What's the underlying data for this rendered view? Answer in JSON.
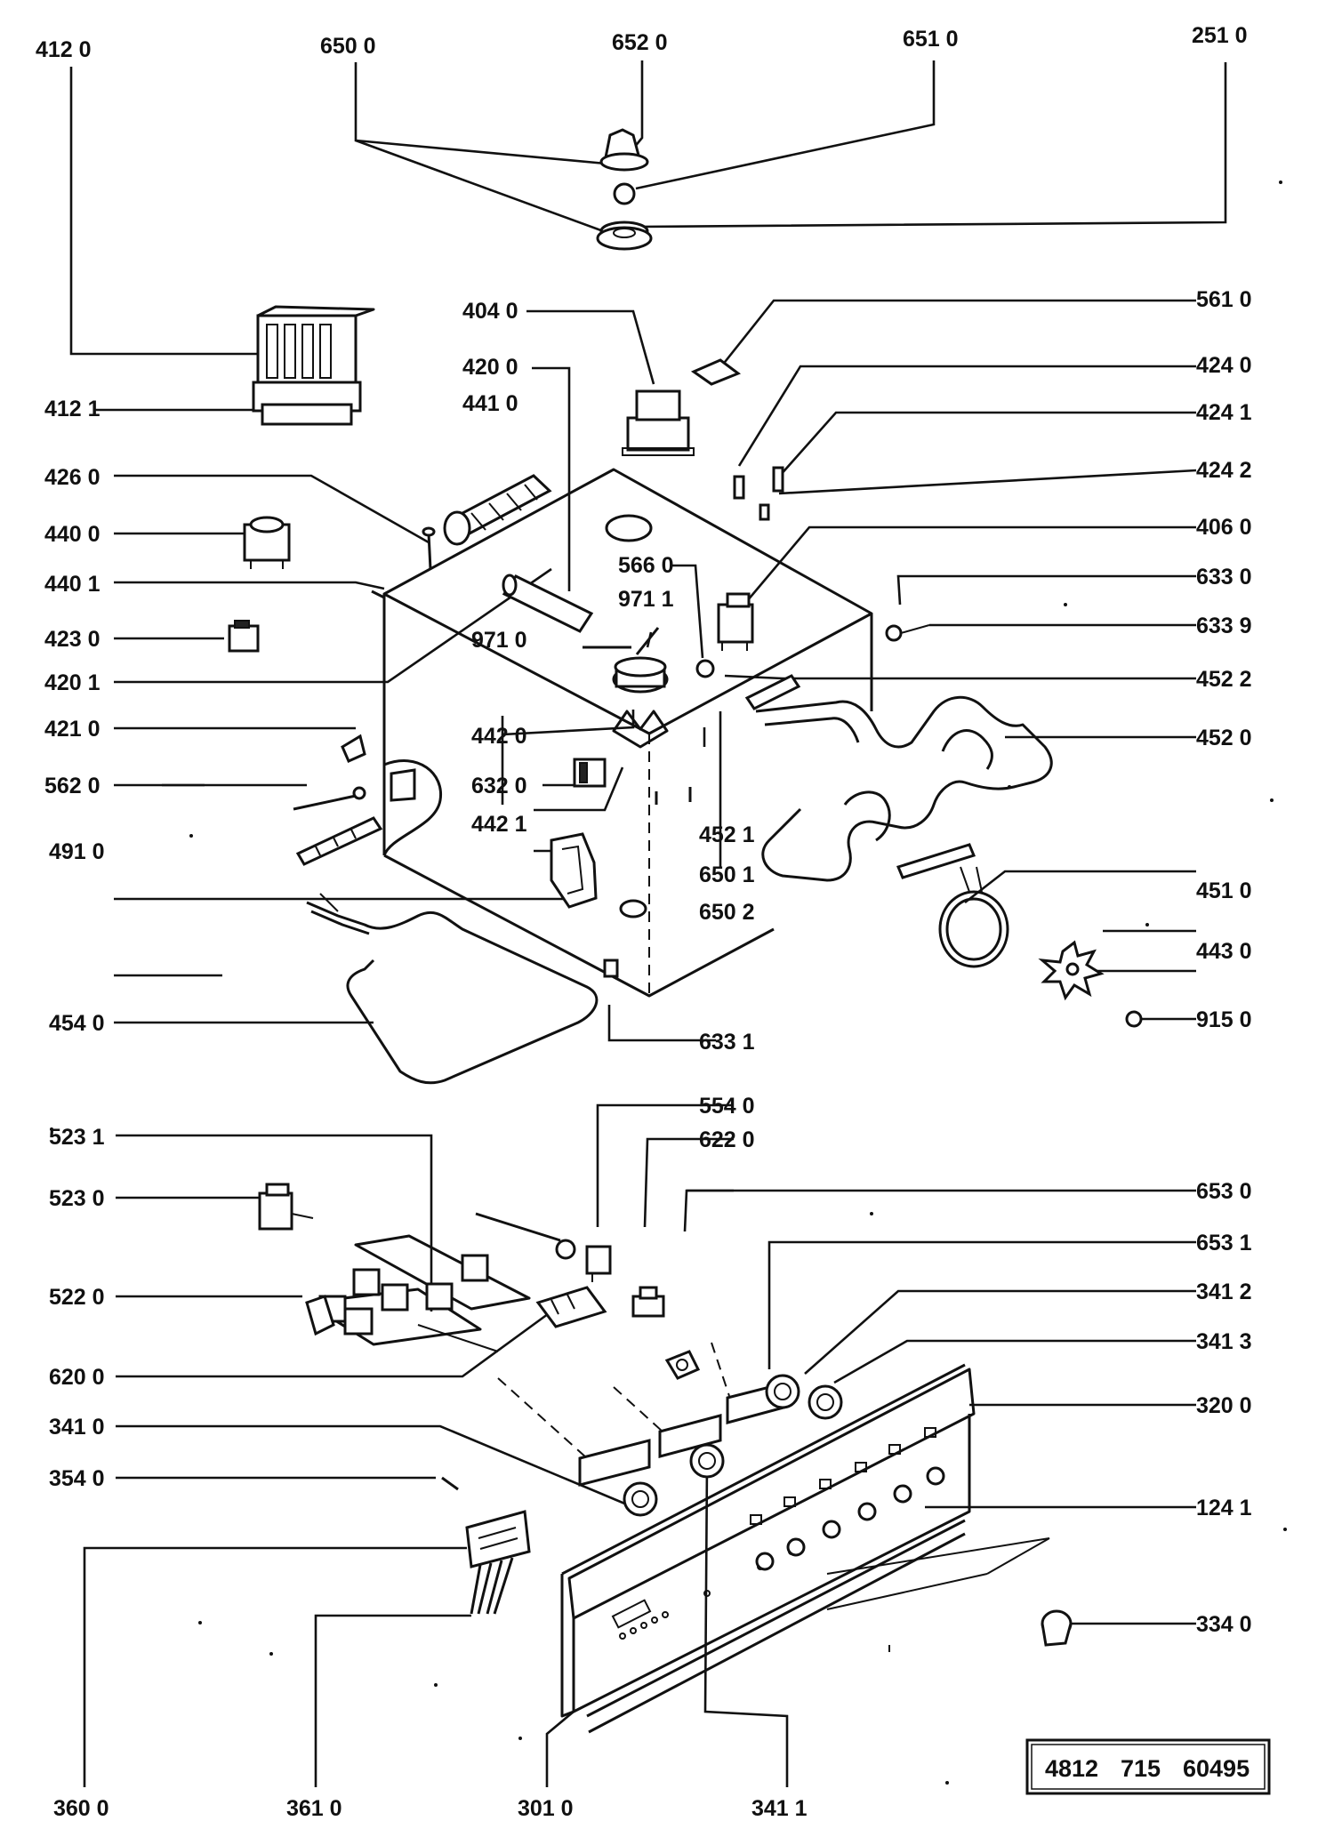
{
  "diagram": {
    "document_number": [
      "4812",
      "715",
      "60495"
    ],
    "labels": [
      {
        "id": "p4120",
        "text": "412 0"
      },
      {
        "id": "p6500",
        "text": "650 0"
      },
      {
        "id": "p6520",
        "text": "652 0"
      },
      {
        "id": "p6510",
        "text": "651 0"
      },
      {
        "id": "p2510",
        "text": "251 0"
      },
      {
        "id": "p5610",
        "text": "561 0"
      },
      {
        "id": "p4040",
        "text": "404 0"
      },
      {
        "id": "p4200",
        "text": "420 0"
      },
      {
        "id": "p4410",
        "text": "441 0"
      },
      {
        "id": "p4121",
        "text": "412 1"
      },
      {
        "id": "p4240",
        "text": "424 0"
      },
      {
        "id": "p4241",
        "text": "424 1"
      },
      {
        "id": "p4260",
        "text": "426 0"
      },
      {
        "id": "p4242",
        "text": "424 2"
      },
      {
        "id": "p4400",
        "text": "440 0"
      },
      {
        "id": "p4060",
        "text": "406 0"
      },
      {
        "id": "p5660",
        "text": "566 0"
      },
      {
        "id": "p4401",
        "text": "440 1"
      },
      {
        "id": "p9711",
        "text": "971 1"
      },
      {
        "id": "p6330",
        "text": "633 0"
      },
      {
        "id": "p4230",
        "text": "423 0"
      },
      {
        "id": "p9710",
        "text": "971 0"
      },
      {
        "id": "p6339",
        "text": "633 9"
      },
      {
        "id": "p4201",
        "text": "420 1"
      },
      {
        "id": "p4522",
        "text": "452 2"
      },
      {
        "id": "p4210",
        "text": "421 0"
      },
      {
        "id": "p4420",
        "text": "442 0"
      },
      {
        "id": "p4520",
        "text": "452 0"
      },
      {
        "id": "p5620",
        "text": "562 0"
      },
      {
        "id": "p6320",
        "text": "632 0"
      },
      {
        "id": "p4910",
        "text": "491 0"
      },
      {
        "id": "p4421",
        "text": "442 1"
      },
      {
        "id": "p4521",
        "text": "452 1"
      },
      {
        "id": "p6501",
        "text": "650 1"
      },
      {
        "id": "p4510",
        "text": "451 0"
      },
      {
        "id": "p6502",
        "text": "650 2"
      },
      {
        "id": "p4430",
        "text": "443 0"
      },
      {
        "id": "p4540",
        "text": "454 0"
      },
      {
        "id": "p9150",
        "text": "915 0"
      },
      {
        "id": "p6331",
        "text": "633 1"
      },
      {
        "id": "p5540",
        "text": "554 0"
      },
      {
        "id": "p5231",
        "text": "523 1"
      },
      {
        "id": "p6220",
        "text": "622 0"
      },
      {
        "id": "p5230",
        "text": "523 0"
      },
      {
        "id": "p6530",
        "text": "653 0"
      },
      {
        "id": "p6531",
        "text": "653 1"
      },
      {
        "id": "p5220",
        "text": "522 0"
      },
      {
        "id": "p3412",
        "text": "341 2"
      },
      {
        "id": "p3413",
        "text": "341 3"
      },
      {
        "id": "p6200",
        "text": "620 0"
      },
      {
        "id": "p3200",
        "text": "320 0"
      },
      {
        "id": "p3410",
        "text": "341 0"
      },
      {
        "id": "p3540",
        "text": "354 0"
      },
      {
        "id": "p1241",
        "text": "124 1"
      },
      {
        "id": "p3340",
        "text": "334 0"
      },
      {
        "id": "p3600",
        "text": "360 0"
      },
      {
        "id": "p3610",
        "text": "361 0"
      },
      {
        "id": "p3010",
        "text": "301 0"
      },
      {
        "id": "p3411",
        "text": "341 1"
      }
    ]
  }
}
